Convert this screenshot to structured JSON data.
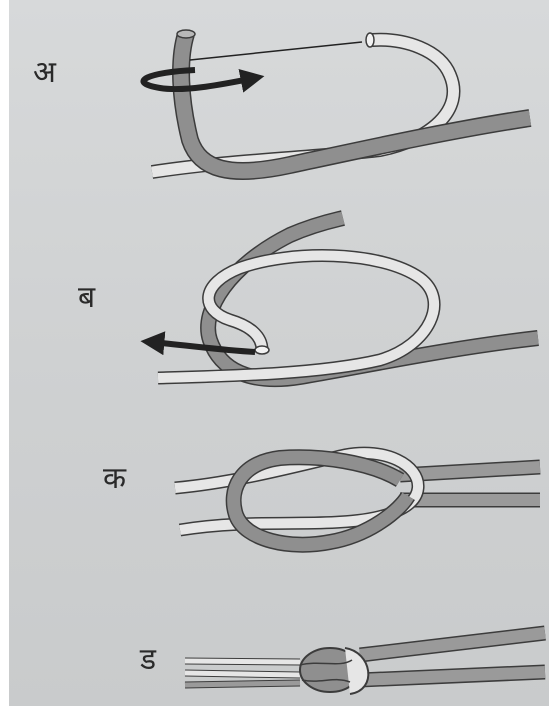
{
  "steps": [
    {
      "id": "a",
      "label": "अ"
    },
    {
      "id": "b",
      "label": "ब"
    },
    {
      "id": "c",
      "label": "क"
    },
    {
      "id": "d",
      "label": "ड"
    }
  ],
  "colors": {
    "background": "#d2d4d5",
    "rope_dark": "#8f8f8f",
    "rope_light": "#e4e4e4",
    "outline": "#3c3c3c",
    "arrow": "#222222"
  }
}
